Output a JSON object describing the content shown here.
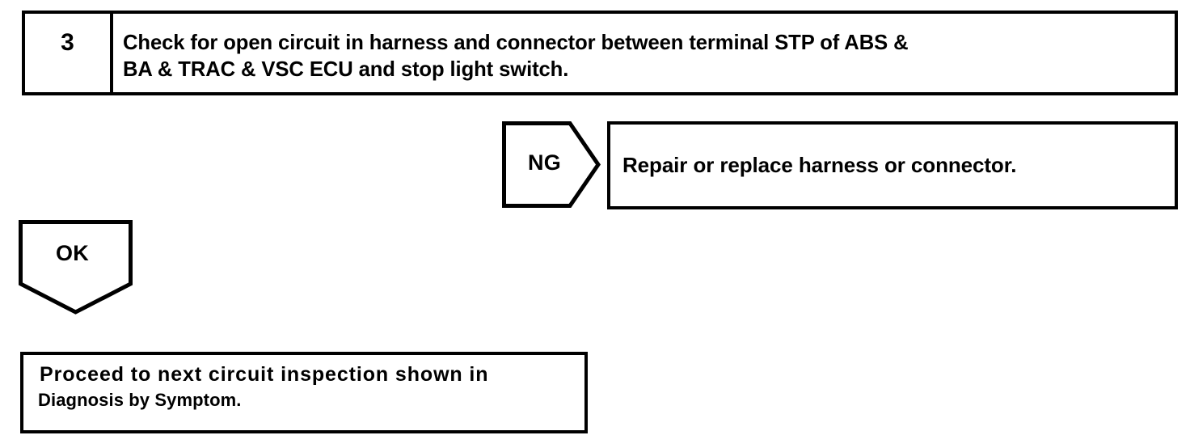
{
  "document": {
    "kind": "troubleshooting-flow-chart"
  },
  "step": {
    "number": "3",
    "instruction": "Check for open circuit in harness and connector between terminal STP of ABS &\nBA & TRAC & VSC ECU and stop light switch."
  },
  "branches": {
    "ng": {
      "label": "NG",
      "result": "Repair or replace harness or connector."
    },
    "ok": {
      "label": "OK",
      "result_line1": "Proceed to next circuit inspection shown in",
      "result_line2": "Diagnosis by Symptom."
    }
  },
  "colors": {
    "ink": "#000000",
    "paper": "#ffffff"
  }
}
